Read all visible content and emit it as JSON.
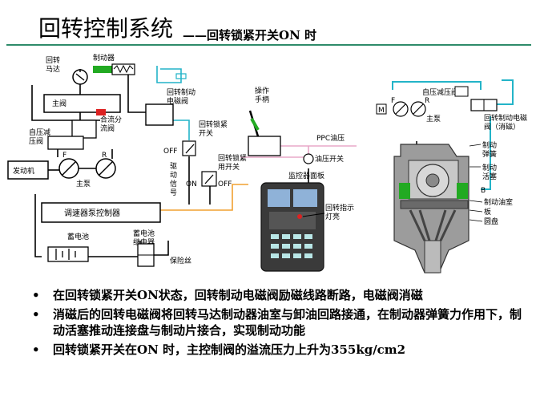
{
  "slide": {
    "title": "回转控制系统",
    "subtitle": "——回转锁紧开关ON 时"
  },
  "diagram_left": {
    "swing_motor": "回转\n马达",
    "brake": "制动器",
    "main_valve": "主阀",
    "swing_brake_solenoid": "回转制动\n电磁阀",
    "merge_split": "合流分\n流阀",
    "self_pressure_valve": "自压减\n压阀",
    "engine": "发动机",
    "main_pump": "主泵",
    "pump_f": "F",
    "pump_r": "R",
    "operating_lever": "操作\n手柄",
    "swing_lock_switch": "回转锁紧\n开关",
    "swing_lock_switch2": "回转锁紧\n用开关",
    "off": "OFF",
    "on": "ON",
    "drive_signal": "驱\n动\n信\n号",
    "ppc_oil": "PPC油压",
    "oil_pressure_switch": "油压开关",
    "monitor_panel": "监控器面板",
    "swing_indicator": "回转指示\n灯亮",
    "governor_controller": "调速器泵控制器",
    "battery": "蓄电池",
    "battery_relay": "蓄电池\n继电器",
    "fuse": "保险丝"
  },
  "diagram_right": {
    "self_pressure_valve": "自压减压阀",
    "m_label": "M",
    "f_label": "F",
    "r_label": "R",
    "main_pump": "主泵",
    "swing_brake_solenoid": "回转制动电磁\n阀（消磁）",
    "brake_spring": "制动\n弹簧",
    "brake_piston": "制动\n活塞",
    "b_label": "B",
    "brake_chamber": "制动油室",
    "plate": "板",
    "disc": "圆盘"
  },
  "bullets": [
    "在回转锁紧开关ON状态，回转制动电磁阀励磁线路断路，电磁阀消磁",
    "消磁后的回转电磁阀将回转马达制动器油室与卸油回路接通，在制动器弹簧力作用下，制动活塞推动连接盘与制动片接合，实现制动功能",
    "回转锁紧开关在ON 时，主控制阀的溢流压力上升为355kg/cm2"
  ],
  "colors": {
    "pilot_line": "#23b4c8",
    "hydraulic_line": "#000000",
    "electric_line": "#f0a030",
    "signal_line": "#e8a8c8",
    "green_part": "#22aa22",
    "red_part": "#dd2222",
    "rule": "#2e8b6a"
  }
}
